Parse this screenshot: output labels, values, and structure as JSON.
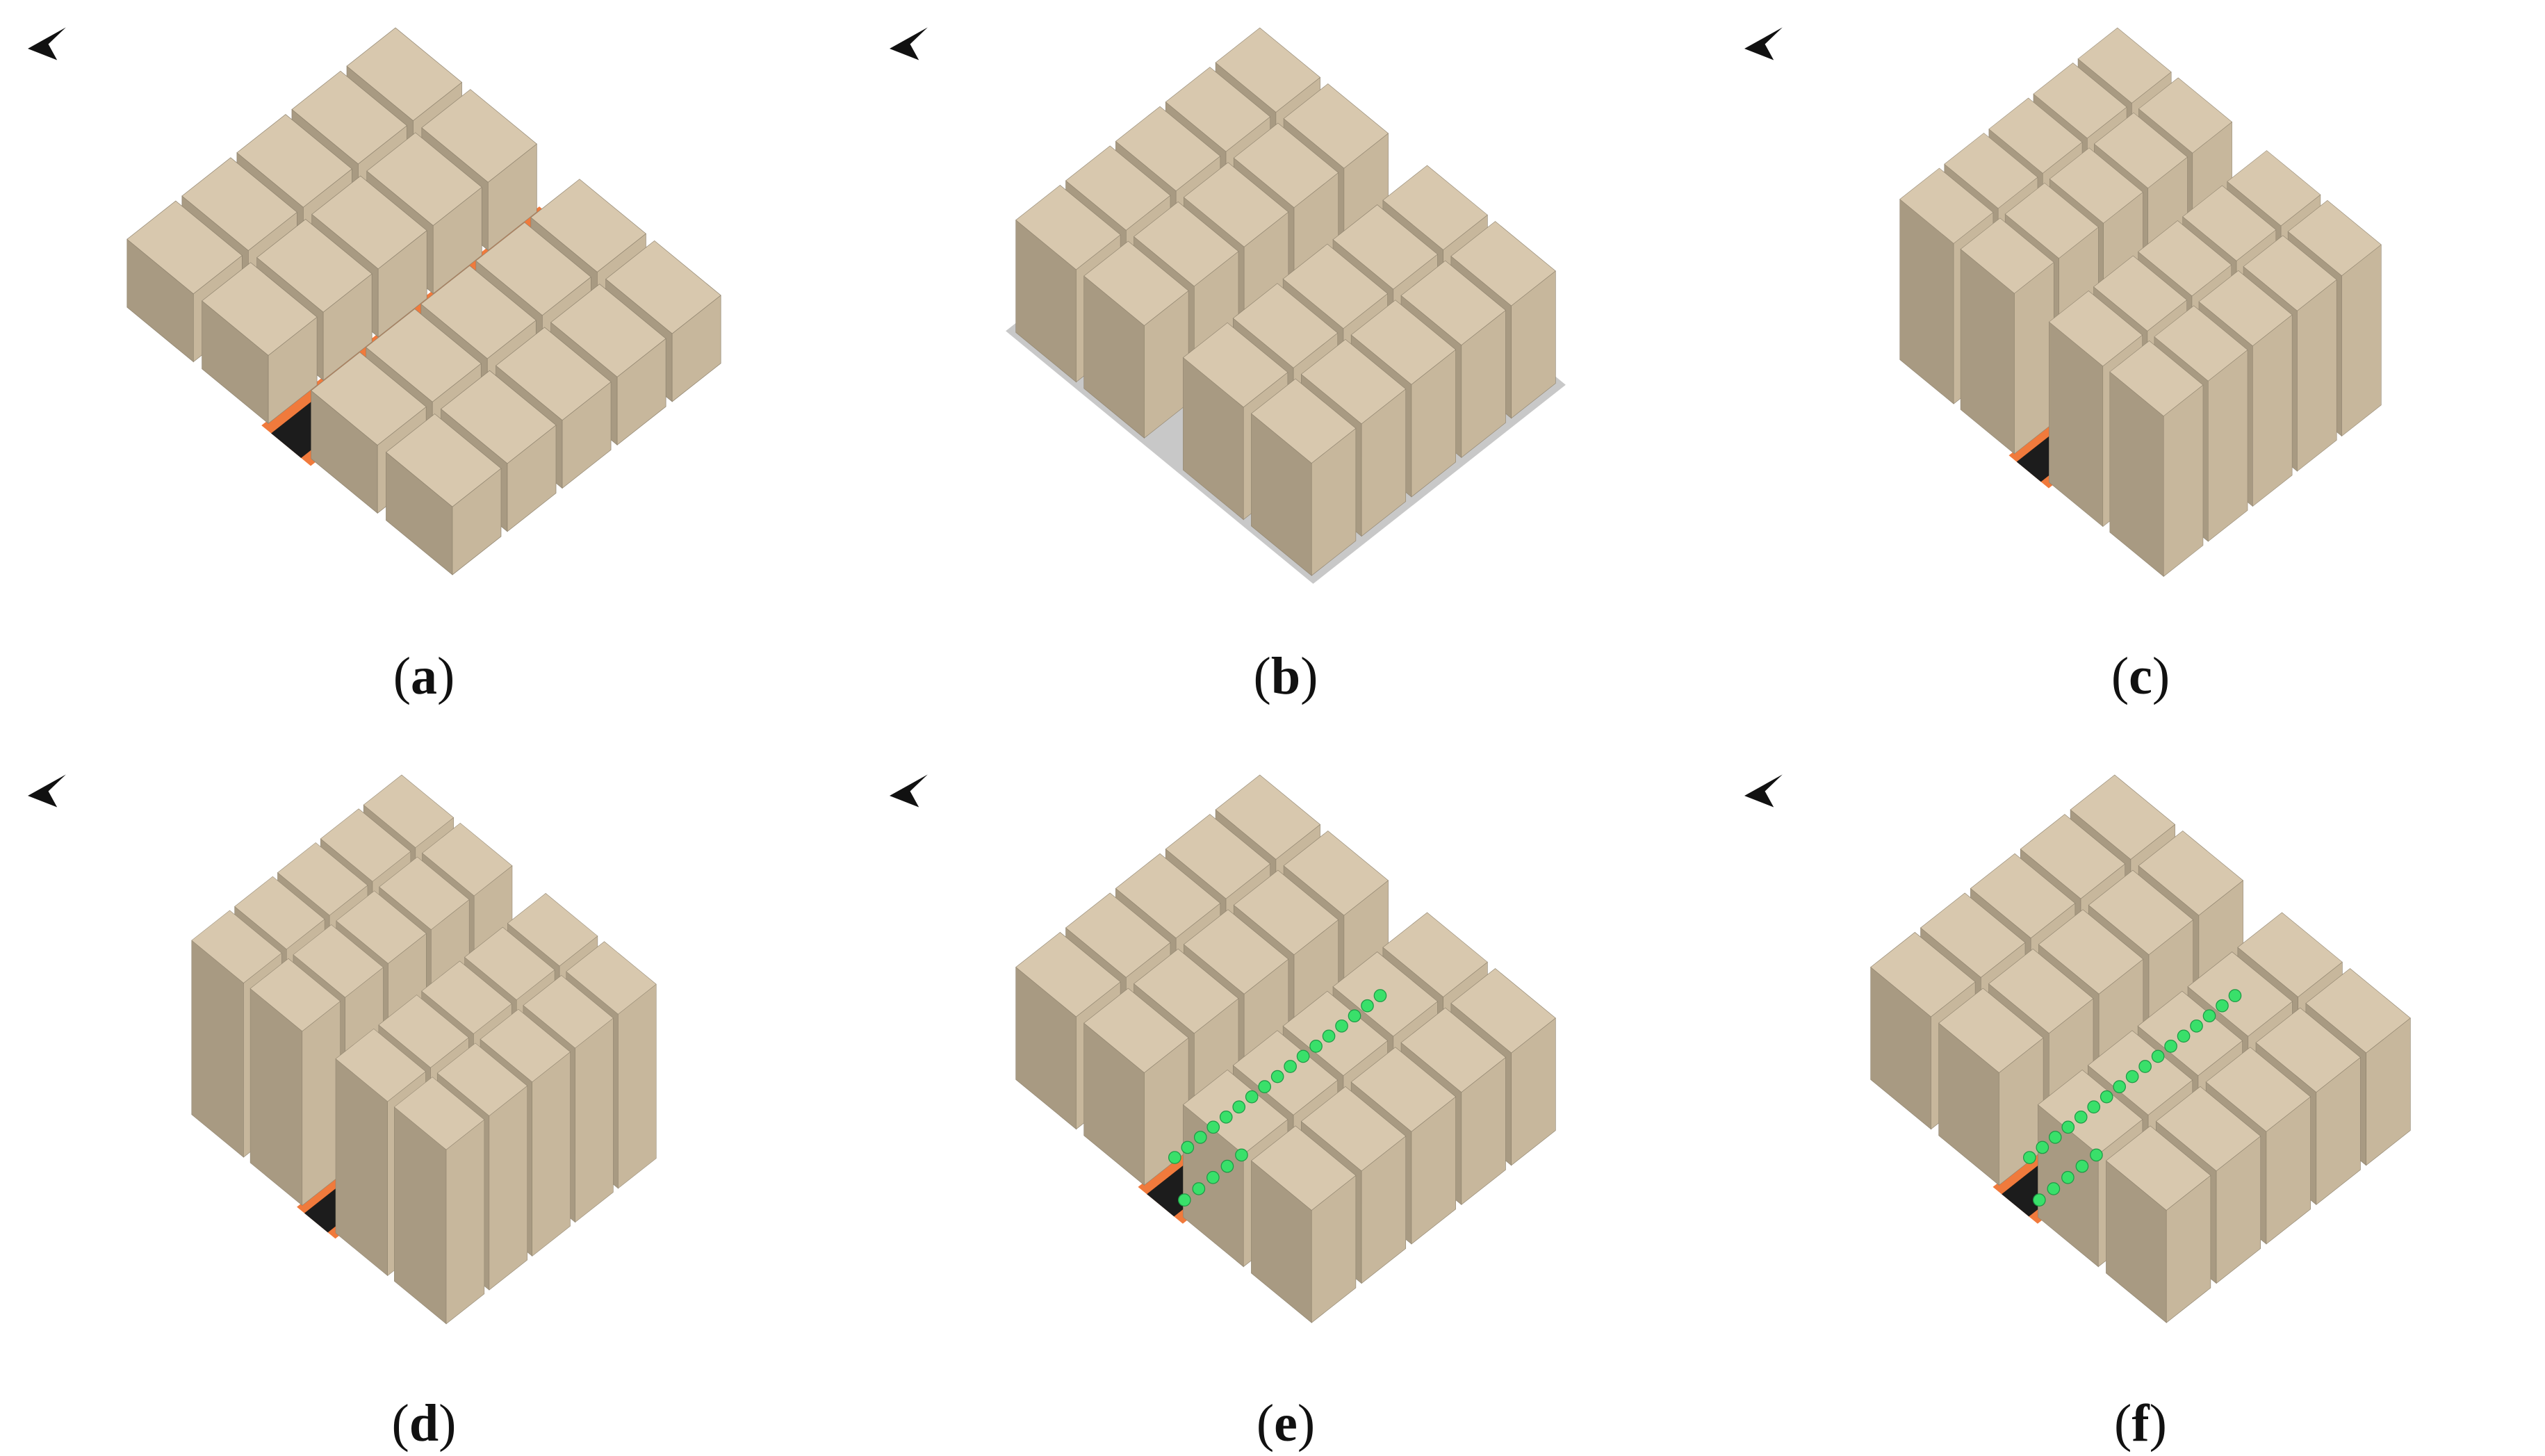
{
  "panels": [
    {
      "id": "a",
      "caption_open": "(",
      "label": "a",
      "caption_close": ")",
      "height": 0.55,
      "ground": "road",
      "trees": false
    },
    {
      "id": "b",
      "caption_open": "(",
      "label": "b",
      "caption_close": ")",
      "height": 1.0,
      "ground": "mesh",
      "trees": false
    },
    {
      "id": "c",
      "caption_open": "(",
      "label": "c",
      "caption_close": ")",
      "height": 1.6,
      "ground": "road",
      "trees": false
    },
    {
      "id": "d",
      "caption_open": "(",
      "label": "d",
      "caption_close": ")",
      "height": 1.8,
      "ground": "road",
      "trees": false
    },
    {
      "id": "e",
      "caption_open": "(",
      "label": "e",
      "caption_close": ")",
      "height": 1.0,
      "ground": "road",
      "trees": true
    },
    {
      "id": "f",
      "caption_open": "(",
      "label": "f",
      "caption_close": ")",
      "height": 1.0,
      "ground": "road",
      "trees": true
    }
  ],
  "colors": {
    "building_top": "#d8c8ae",
    "building_left": "#a89a82",
    "building_right": "#c7b79c",
    "road": "#1c1c1c",
    "sidewalk": "#f07a3c",
    "mesh": "#9a9a9a",
    "tree": "#39e06a",
    "north_arrow": "#111111"
  },
  "icons": {
    "north_arrow": "north-arrow-icon"
  }
}
